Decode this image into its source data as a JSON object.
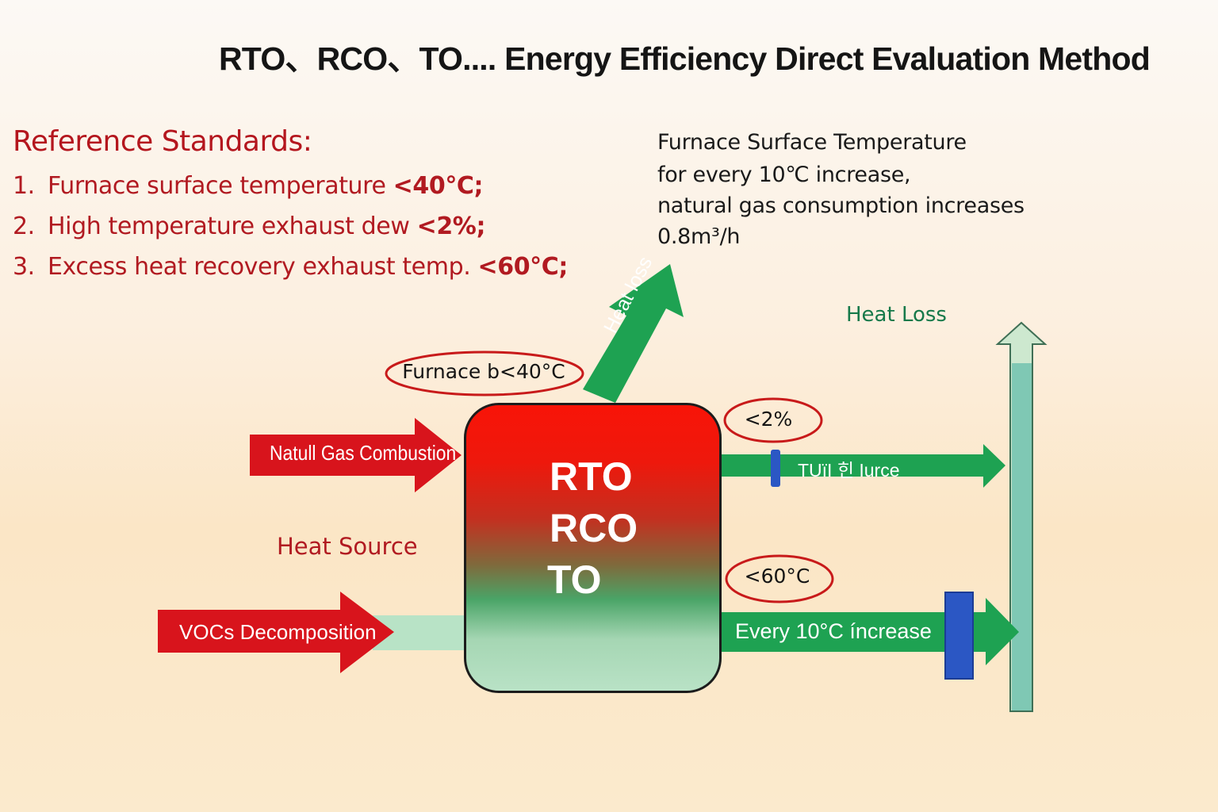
{
  "title": "RTO、RCO、TO.... Energy Efficiency Direct Evaluation Method",
  "reference": {
    "heading": "Reference Standards:",
    "items": [
      {
        "num": "1.",
        "text": "Furnace surface temperature ",
        "value": "<40°C;"
      },
      {
        "num": "2.",
        "text": "High temperature exhaust dew ",
        "value": "<2%;"
      },
      {
        "num": "3.",
        "text": "Excess heat recovery exhaust temp. ",
        "value": "<60°C;"
      }
    ]
  },
  "note": {
    "title": "Furnace Surface Temperature",
    "line1": "for every 10℃ increase,",
    "line2": "natural gas consumption increases",
    "line3": "0.8m³/h"
  },
  "labels": {
    "heat_loss": "Heat Loss",
    "heat_source": "Heat Source"
  },
  "box": {
    "lines": [
      "RTO",
      "RCO",
      "TO"
    ]
  },
  "ovals": {
    "furnace": "Furnace b<40°C",
    "dew": "<2%",
    "exhaust_temp": "<60°C"
  },
  "arrows": {
    "natural_gas": "Natull Gas Combustion",
    "vocs": "VOCs Decomposition",
    "exhaust": "TUïI 힌 Iurce",
    "recovery": "Every 10°C íncrease",
    "heat_loss_up": "Heat loss"
  },
  "colors": {
    "red_arrow": "#d8141c",
    "green_arrow": "#1ea252",
    "blue_valve": "#2b57c4",
    "oval_stroke": "#c81a1a",
    "title_red": "#b4161e",
    "heat_loss_green": "#16794a"
  }
}
